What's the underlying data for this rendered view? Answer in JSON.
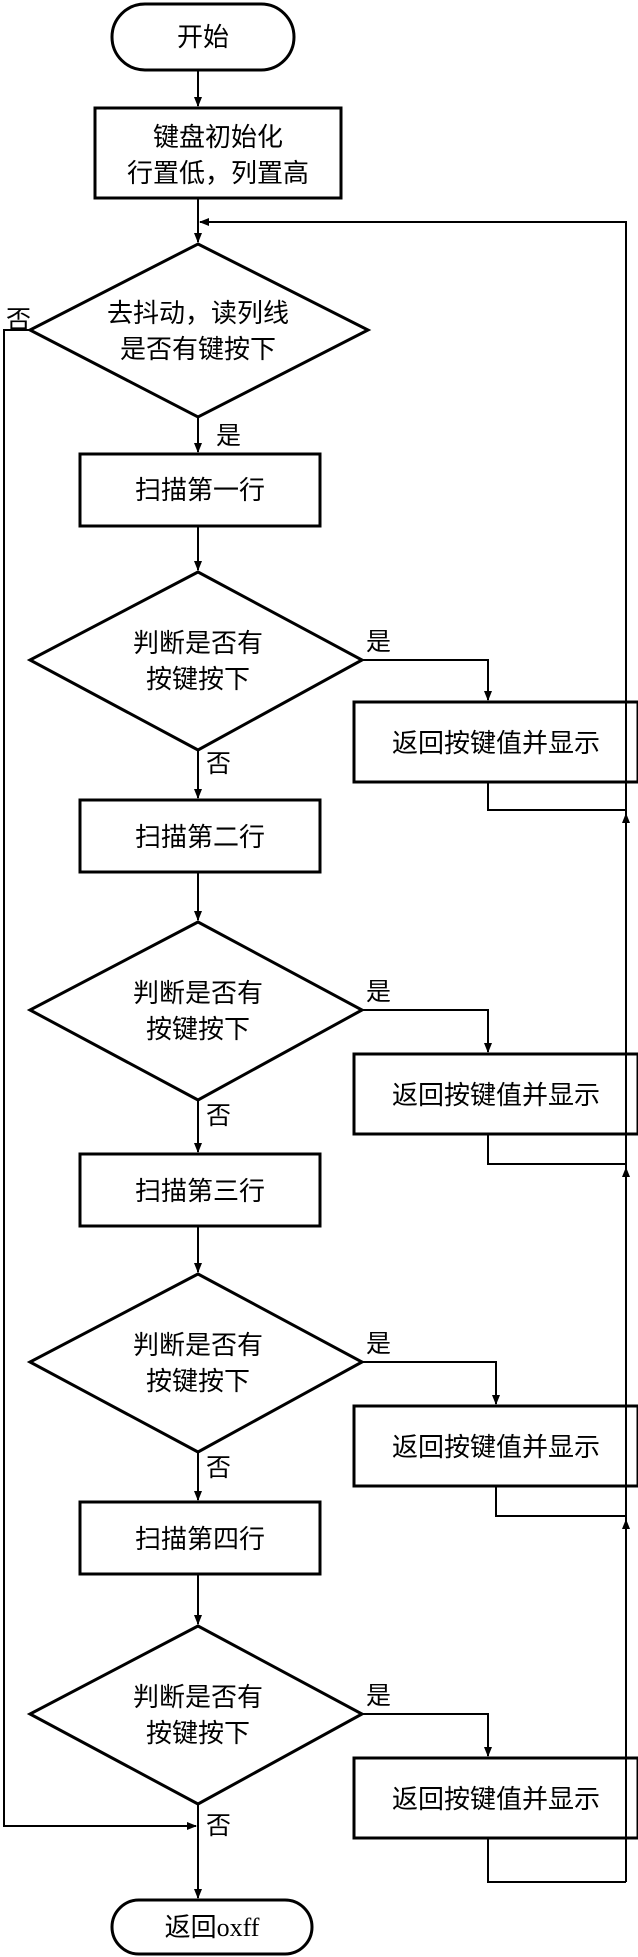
{
  "start": "开始",
  "init": {
    "line1": "键盘初始化",
    "line2": "行置低，列置高"
  },
  "debounce": {
    "line1": "去抖动，读列线",
    "line2": "是否有键按下"
  },
  "scan_rows": [
    "扫描第一行",
    "扫描第二行",
    "扫描第三行",
    "扫描第四行"
  ],
  "check": {
    "line1": "判断是否有",
    "line2": "按键按下"
  },
  "return_key": "返回按键值并显示",
  "end": "返回oxff",
  "yes": "是",
  "no": "否"
}
